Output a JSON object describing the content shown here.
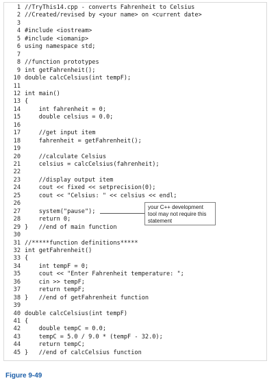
{
  "code_lines": [
    {
      "n": "1",
      "t": "//TryThis14.cpp - converts Fahrenheit to Celsius"
    },
    {
      "n": "2",
      "t": "//Created/revised by <your name> on <current date>"
    },
    {
      "n": "3",
      "t": ""
    },
    {
      "n": "4",
      "t": "#include <iostream>"
    },
    {
      "n": "5",
      "t": "#include <iomanip>"
    },
    {
      "n": "6",
      "t": "using namespace std;"
    },
    {
      "n": "7",
      "t": ""
    },
    {
      "n": "8",
      "t": "//function prototypes"
    },
    {
      "n": "9",
      "t": "int getFahrenheit();"
    },
    {
      "n": "10",
      "t": "double calcCelsius(int tempF);"
    },
    {
      "n": "11",
      "t": ""
    },
    {
      "n": "12",
      "t": "int main()"
    },
    {
      "n": "13",
      "t": "{"
    },
    {
      "n": "14",
      "t": "    int fahrenheit = 0;"
    },
    {
      "n": "15",
      "t": "    double celsius = 0.0;"
    },
    {
      "n": "16",
      "t": ""
    },
    {
      "n": "17",
      "t": "    //get input item"
    },
    {
      "n": "18",
      "t": "    fahrenheit = getFahrenheit();"
    },
    {
      "n": "19",
      "t": ""
    },
    {
      "n": "20",
      "t": "    //calculate Celsius"
    },
    {
      "n": "21",
      "t": "    celsius = calcCelsius(fahrenheit);"
    },
    {
      "n": "22",
      "t": ""
    },
    {
      "n": "23",
      "t": "    //display output item"
    },
    {
      "n": "24",
      "t": "    cout << fixed << setprecision(0);"
    },
    {
      "n": "25",
      "t": "    cout << \"Celsius: \" << celsius << endl;"
    },
    {
      "n": "26",
      "t": ""
    },
    {
      "n": "27",
      "t": "    system(\"pause\");"
    },
    {
      "n": "28",
      "t": "    return 0;"
    },
    {
      "n": "29",
      "t": "}   //end of main function"
    },
    {
      "n": "30",
      "t": ""
    },
    {
      "n": "31",
      "t": "//*****function definitions*****"
    },
    {
      "n": "32",
      "t": "int getFahrenheit()"
    },
    {
      "n": "33",
      "t": "{"
    },
    {
      "n": "34",
      "t": "    int tempF = 0;"
    },
    {
      "n": "35",
      "t": "    cout << \"Enter Fahrenheit temperature: \";"
    },
    {
      "n": "36",
      "t": "    cin >> tempF;"
    },
    {
      "n": "37",
      "t": "    return tempF;"
    },
    {
      "n": "38",
      "t": "}   //end of getFahrenheit function"
    },
    {
      "n": "39",
      "t": ""
    },
    {
      "n": "40",
      "t": "double calcCelsius(int tempF)"
    },
    {
      "n": "41",
      "t": "{"
    },
    {
      "n": "42",
      "t": "    double tempC = 0.0;"
    },
    {
      "n": "43",
      "t": "    tempC = 5.0 / 9.0 * (tempF - 32.0);"
    },
    {
      "n": "44",
      "t": "    return tempC;"
    },
    {
      "n": "45",
      "t": "}   //end of calcCelsius function"
    }
  ],
  "callout": {
    "text": "your C++ development tool may not require this statement"
  },
  "figure": {
    "caption": "Figure 9-49"
  },
  "colors": {
    "caption": "#1b5ea8",
    "border": "#d9d9d9"
  }
}
